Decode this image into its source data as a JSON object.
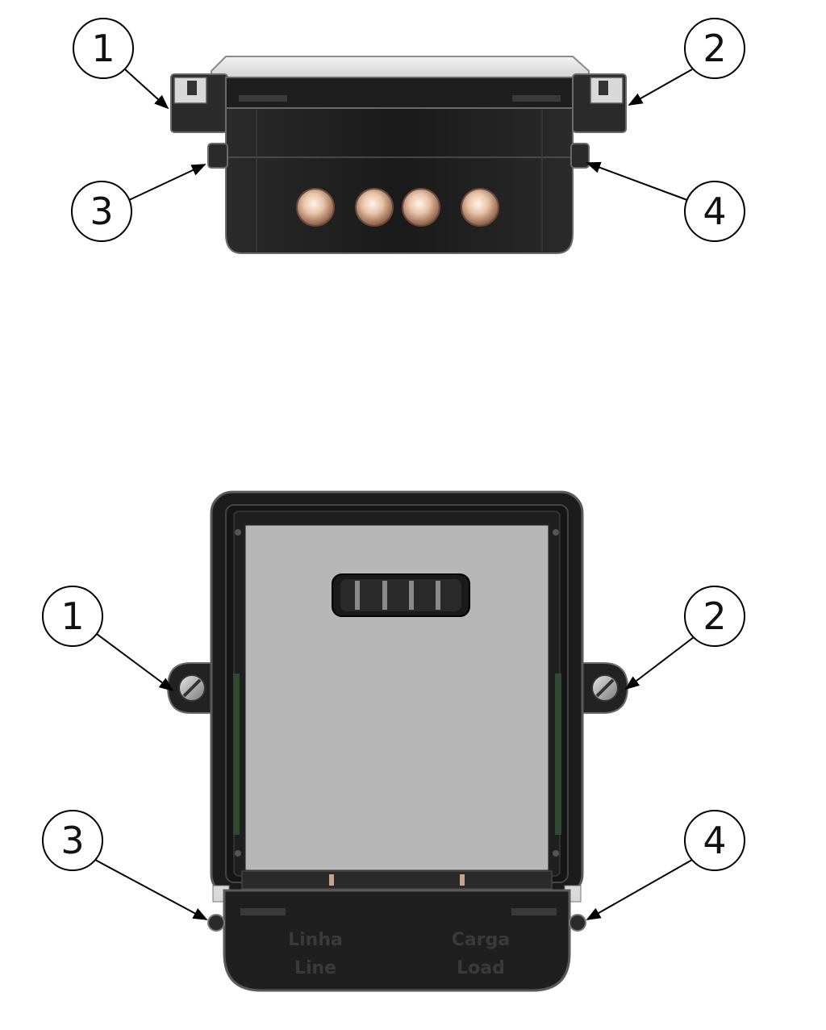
{
  "top_view": {
    "callouts": [
      {
        "label": "1"
      },
      {
        "label": "2"
      },
      {
        "label": "3"
      },
      {
        "label": "4"
      }
    ],
    "terminal_count": 4
  },
  "front_view": {
    "callouts": [
      {
        "label": "1"
      },
      {
        "label": "2"
      },
      {
        "label": "3"
      },
      {
        "label": "4"
      }
    ],
    "terminal_labels": {
      "left_line1": "Linha",
      "left_line2": "Line",
      "right_line1": "Carga",
      "right_line2": "Load"
    },
    "display_segments": 4
  },
  "colors": {
    "housing": "#1d1d1d",
    "housing_edge": "#5a5a5a",
    "window": "#b7b7b7",
    "lid_transparent": "#d9d9d9",
    "terminal": "#d9b39b",
    "green_strip": "#2f4a2f"
  }
}
